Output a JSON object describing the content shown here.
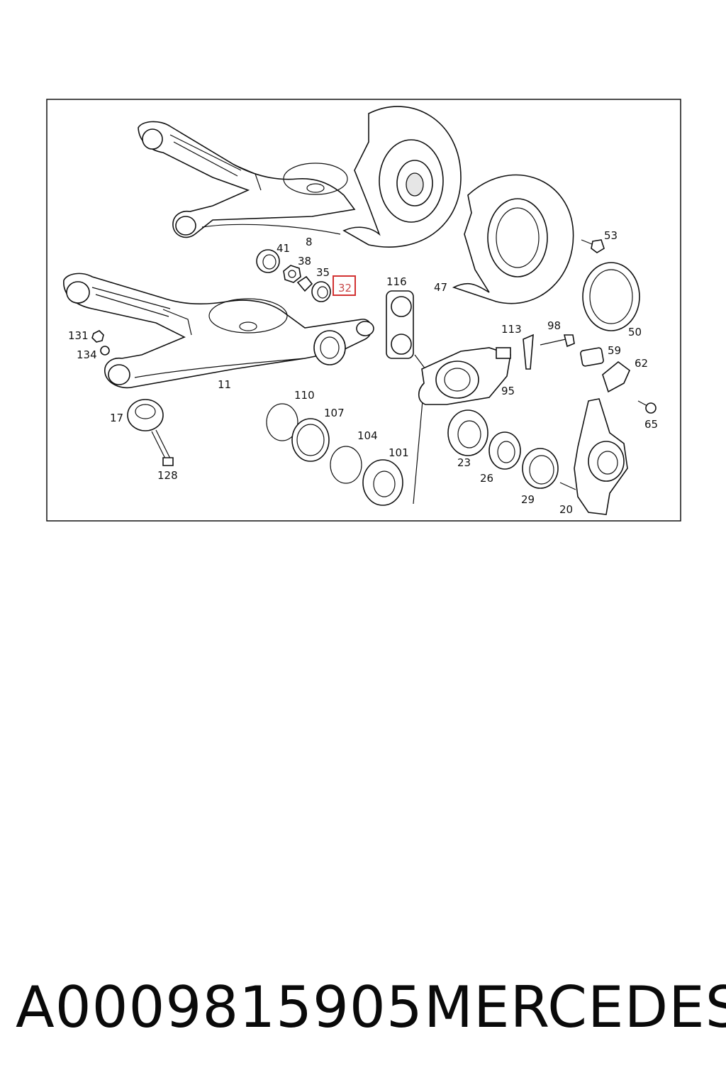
{
  "diagram": {
    "callouts": [
      "8",
      "11",
      "17",
      "20",
      "23",
      "26",
      "29",
      "32",
      "35",
      "38",
      "41",
      "47",
      "50",
      "53",
      "59",
      "62",
      "65",
      "95",
      "98",
      "101",
      "104",
      "107",
      "110",
      "113",
      "116",
      "128",
      "131",
      "134"
    ],
    "highlighted": "32",
    "highlight_color": "#d23232"
  },
  "footer": {
    "part_number": "A0009815905",
    "brand": "MERCEDES"
  }
}
